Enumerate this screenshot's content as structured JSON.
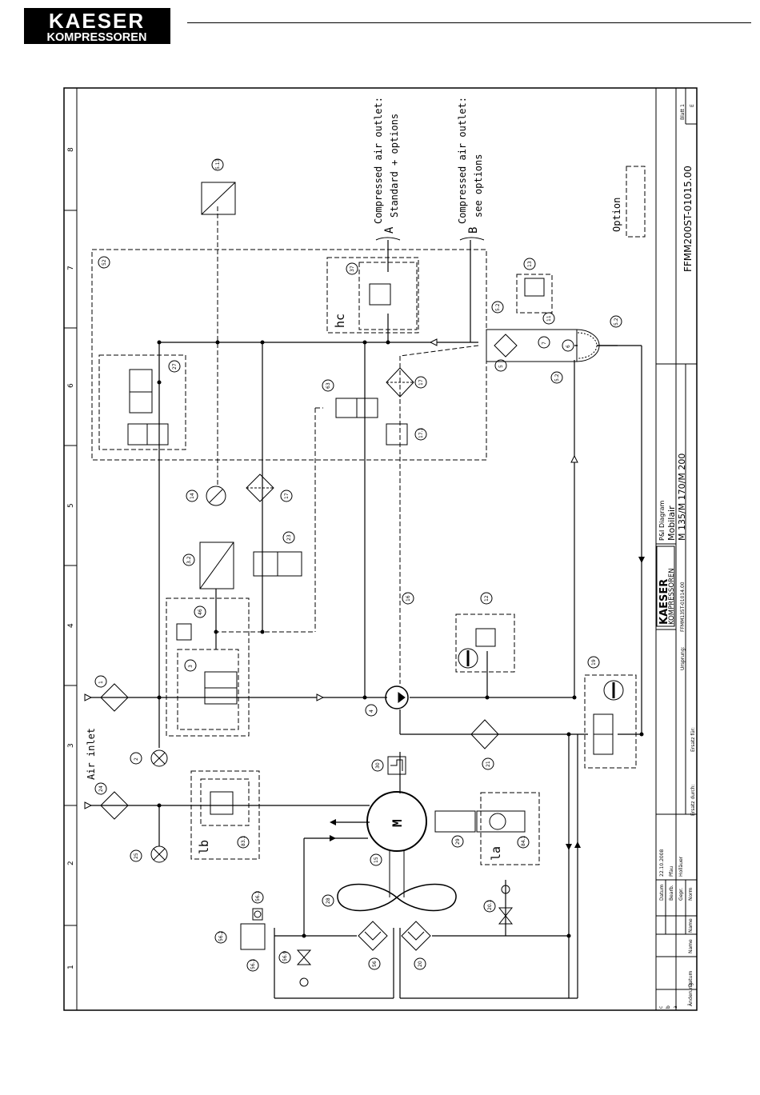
{
  "logo": {
    "line1": "KAESER",
    "line2": "KOMPRESSOREN"
  },
  "outlets": [
    {
      "letter": "A",
      "line1": "Compressed air outlet:",
      "line2": "Standard + options"
    },
    {
      "letter": "B",
      "line1": "Compressed air outlet:",
      "line2": "see options"
    }
  ],
  "option_label": "Option",
  "air_inlet": "Air inlet",
  "motor": "M",
  "groups": {
    "lb": "lb",
    "la": "la",
    "hc": "hc"
  },
  "columns": [
    "1",
    "2",
    "3",
    "4",
    "5",
    "6",
    "7",
    "8"
  ],
  "components": [
    "1",
    "2",
    "3",
    "3.2",
    "4",
    "5",
    "5.2",
    "5.2",
    "5.2",
    "5.13",
    "6",
    "7",
    "11",
    "12",
    "13",
    "14",
    "15",
    "16",
    "17",
    "17",
    "17.1",
    "19",
    "20",
    "20.1",
    "21",
    "23",
    "24",
    "25",
    "27",
    "28",
    "29",
    "30",
    "37",
    "46",
    "52",
    "56",
    "56.1",
    "56.2",
    "56.3",
    "56.9",
    "63",
    "83.1",
    "84.1"
  ],
  "title_block": {
    "doc_type": "P&I Diagram",
    "product": "Mobilair",
    "models": "M 135/M 170/M 200",
    "company1": "KAESER",
    "company2": "KOMPRESSOREN",
    "drawing_no": "FFMM200ST-01015.00",
    "sheet": "Blatt 1",
    "rev": "E",
    "ursprung": "Ursprung:",
    "ursprung_no": "FFMM135T-01014.00",
    "ersatz_fuer": "Ersatz für:",
    "ersatz_durch": "Ersatz durch:",
    "rows": [
      {
        "label": "Datum",
        "value": "22.10.2008"
      },
      {
        "label": "Bearb.",
        "value": "Pfau"
      },
      {
        "label": "Gepr.",
        "value": "Holläuer"
      },
      {
        "label": "Name",
        "value": "Norm"
      }
    ],
    "rev_cols": [
      "Änderung",
      "Datum",
      "Name"
    ],
    "rev_rows": [
      "c",
      "b",
      "a"
    ]
  }
}
